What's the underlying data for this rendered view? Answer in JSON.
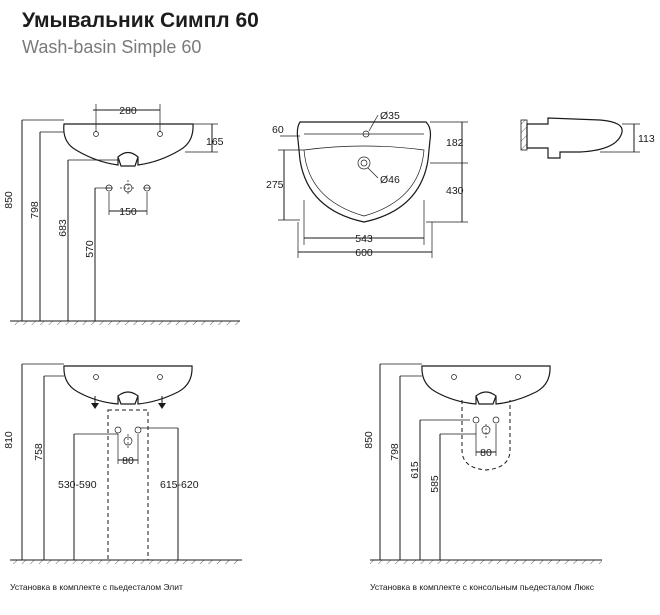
{
  "header": {
    "title": "Умывальник Симпл 60",
    "subtitle": "Wash-basin Simple 60"
  },
  "front_view": {
    "dims": {
      "width_top": "280",
      "right_height": "165",
      "h1": "850",
      "h2": "798",
      "h3": "683",
      "h4": "570",
      "pipe_spacing": "150"
    }
  },
  "top_view": {
    "dims": {
      "hole_tap": "Ø35",
      "hole_drain": "Ø46",
      "offset": "60",
      "depth_182": "182",
      "depth_275": "275",
      "depth_430": "430",
      "width_543": "543",
      "width_600": "600"
    }
  },
  "side_view": {
    "dims": {
      "height": "113"
    }
  },
  "elite_view": {
    "dims": {
      "h1": "810",
      "h2": "758",
      "pipe_spacing": "80",
      "range_left": "530-590",
      "range_right": "615-620"
    },
    "caption": "Установка в комплекте с пьедесталом Элит"
  },
  "lux_view": {
    "dims": {
      "h1": "850",
      "h2": "798",
      "h3": "615",
      "h4": "585",
      "pipe_spacing": "80"
    },
    "caption": "Установка в комплекте с консольным пьедесталом Люкс"
  }
}
